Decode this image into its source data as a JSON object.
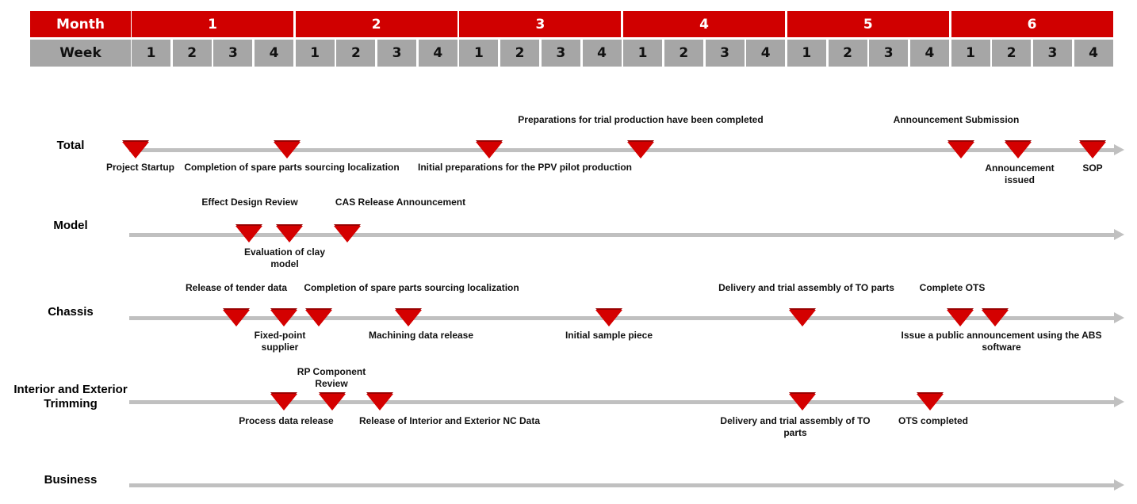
{
  "header": {
    "month_label": "Month",
    "week_label": "Week",
    "months": [
      "1",
      "2",
      "3",
      "4",
      "5",
      "6"
    ],
    "weeks": [
      "1",
      "2",
      "3",
      "4"
    ]
  },
  "lanes": {
    "total": {
      "name": "Total",
      "milestones": [
        "Project Startup",
        "Completion of spare parts sourcing localization",
        "Initial preparations for the PPV pilot production",
        "Preparations for trial production have been completed",
        "Announcement Submission",
        "Announcement issued",
        "SOP"
      ]
    },
    "model": {
      "name": "Model",
      "milestones": [
        "Effect Design Review",
        "Evaluation of clay model",
        "CAS Release Announcement"
      ]
    },
    "chassis": {
      "name": "Chassis",
      "milestones": [
        "Release of tender data",
        "Fixed-point supplier",
        "Completion of spare parts sourcing localization",
        "Machining data release",
        "Initial sample piece",
        "Delivery and trial assembly of TO parts",
        "Complete OTS",
        "Issue a public announcement using the ABS software"
      ]
    },
    "interior": {
      "name": "Interior and Exterior Trimming",
      "milestones": [
        "Process data release",
        "RP Component Review",
        "Release of Interior and Exterior NC Data",
        "Delivery and trial assembly of TO parts",
        "OTS completed"
      ]
    },
    "business": {
      "name": "Business",
      "milestones": []
    }
  }
}
